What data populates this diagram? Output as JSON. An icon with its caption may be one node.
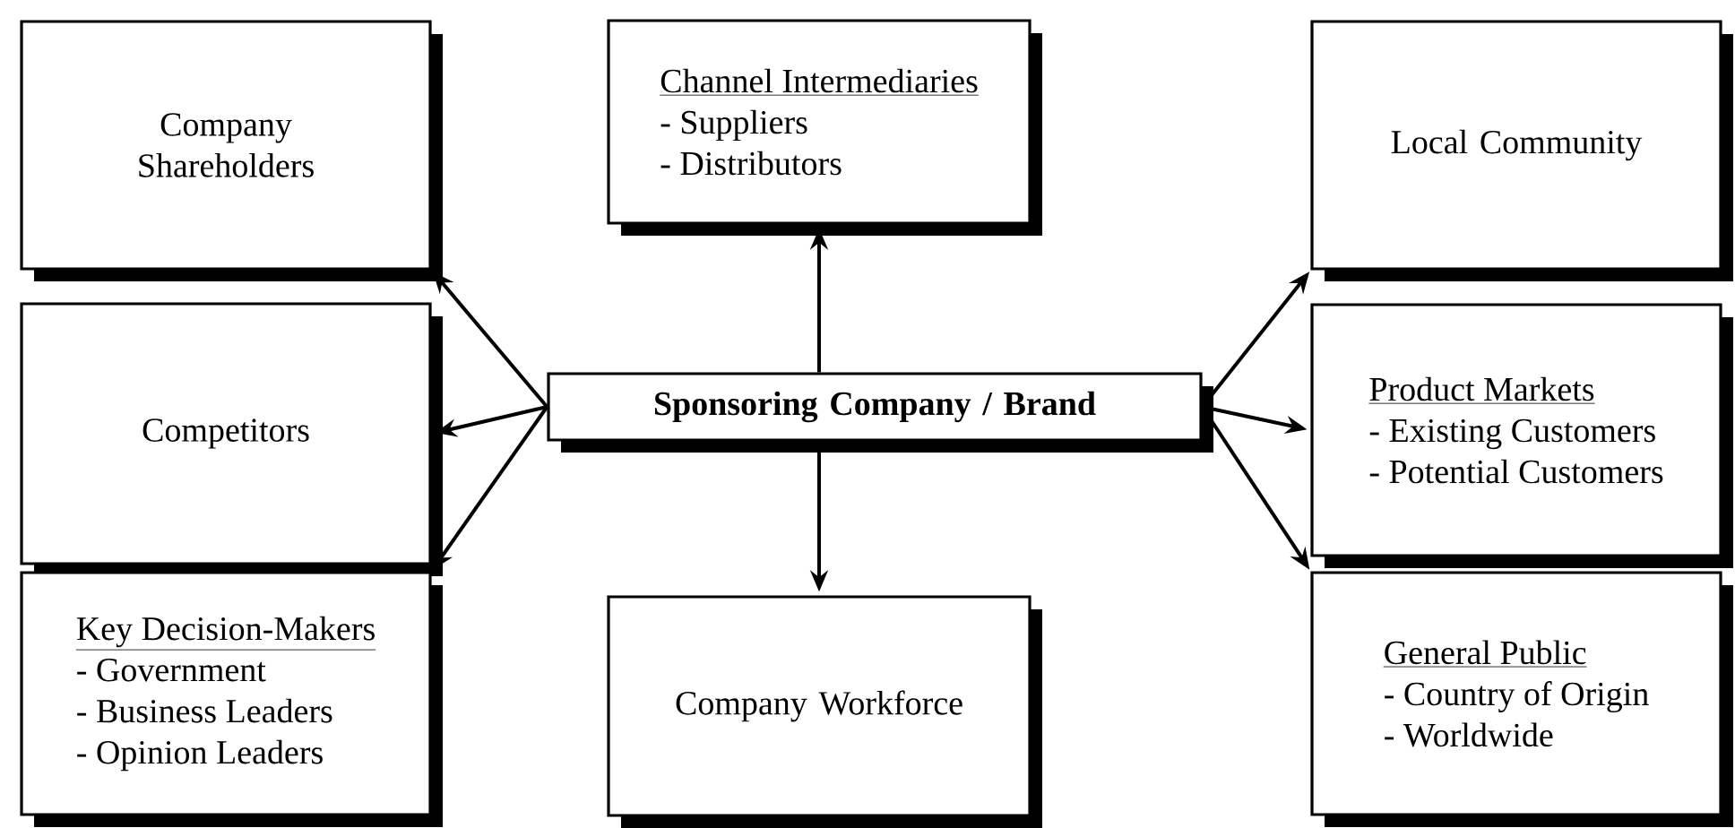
{
  "diagram": {
    "nodes": [
      {
        "text": [
          "Sponsoring Company / Brand"
        ]
      },
      {
        "text": [
          "Company Shareholders"
        ]
      },
      {
        "text": [
          "Channel Intermediaries",
          "- Suppliers",
          "- Distributors"
        ]
      },
      {
        "text": [
          "Local Community"
        ]
      },
      {
        "text": [
          "Competitors"
        ]
      },
      {
        "text": [
          "Product Markets",
          "- Existing Customers",
          "- Potential Customers"
        ]
      },
      {
        "text": [
          "Key Decision-Makers",
          "- Government",
          "- Business Leaders",
          "- Opinion Leaders"
        ]
      },
      {
        "text": [
          "Company Workforce"
        ]
      },
      {
        "text": [
          "General Public",
          "- Country of Origin",
          "- Worldwide"
        ]
      }
    ],
    "edges": [
      {
        "from": 0,
        "to": 1,
        "arrow": "to"
      },
      {
        "from": 0,
        "to": 4,
        "arrow": "to"
      },
      {
        "from": 0,
        "to": 6,
        "arrow": "to"
      },
      {
        "from": 0,
        "to": 2,
        "arrow": "to"
      },
      {
        "from": 0,
        "to": 7,
        "arrow": "to"
      },
      {
        "from": 0,
        "to": 3,
        "arrow": "to"
      },
      {
        "from": 0,
        "to": 5,
        "arrow": "to"
      },
      {
        "from": 0,
        "to": 8,
        "arrow": "to"
      }
    ]
  }
}
